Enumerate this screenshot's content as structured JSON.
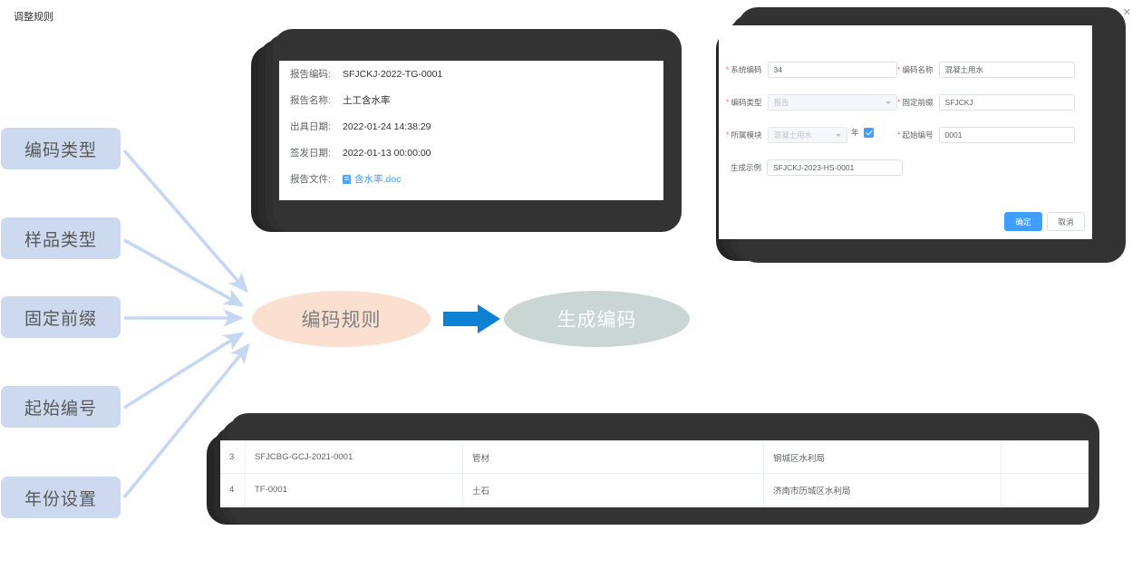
{
  "diagram": {
    "input_chips": [
      {
        "label": "编码类型"
      },
      {
        "label": "样品类型"
      },
      {
        "label": "固定前缀"
      },
      {
        "label": "起始编号"
      },
      {
        "label": "年份设置"
      }
    ],
    "rule_node": "编码规则",
    "result_node": "生成编码",
    "chip_color": "#ccd9ee",
    "rule_color": "#fbe0d2",
    "result_color": "#c9d6d4",
    "arrow_color": "#c5d7f2",
    "flow_arrow_color": "#0d82d4"
  },
  "report_card": {
    "rows": [
      {
        "label": "报告编码:",
        "value": "SFJCKJ-2022-TG-0001"
      },
      {
        "label": "报告名称:",
        "value": "土工含水率"
      },
      {
        "label": "出具日期:",
        "value": "2022-01-24 14:38:29"
      },
      {
        "label": "签发日期:",
        "value": "2022-01-13 00:00:00"
      }
    ],
    "file_row": {
      "label": "报告文件:",
      "file_name": "含水率.doc",
      "icon": "word-doc-icon"
    }
  },
  "dialog": {
    "title": "调整规则",
    "close_icon": "close-icon",
    "fields": {
      "system_code": {
        "label": "系统编码",
        "value": "34",
        "required": true
      },
      "code_name": {
        "label": "编码名称",
        "value": "混凝土用水",
        "required": true
      },
      "code_type": {
        "label": "编码类型",
        "value": "报告",
        "required": true,
        "disabled": true
      },
      "fixed_prefix": {
        "label": "固定前缀",
        "value": "SFJCKJ",
        "required": true
      },
      "module": {
        "label": "所属模块",
        "value": "混凝土用水",
        "required": true,
        "disabled": true
      },
      "year": {
        "label": "年",
        "checked": true
      },
      "start_no": {
        "label": "起始编号",
        "value": "0001",
        "required": true
      },
      "example": {
        "label": "生成示例",
        "value": "SFJCKJ-2023-HS-0001",
        "required": false
      }
    },
    "confirm_label": "确定",
    "cancel_label": "取消"
  },
  "table": {
    "rows": [
      {
        "index": "3",
        "code": "SFJCBG-GCJ-2021-0001",
        "type": "管材",
        "org": "钢城区水利局",
        "extra": ""
      },
      {
        "index": "4",
        "code": "TF-0001",
        "type": "土石",
        "org": "济南市历城区水利局",
        "extra": ""
      }
    ]
  }
}
